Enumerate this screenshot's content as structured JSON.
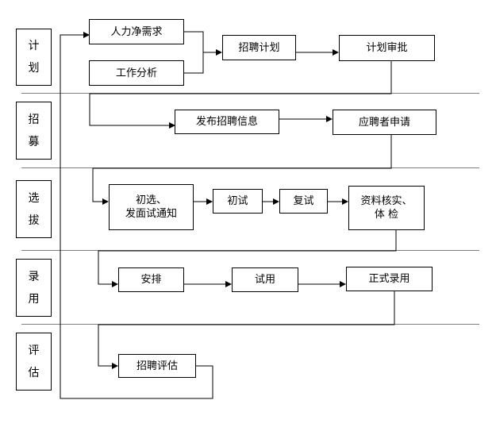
{
  "stages": [
    {
      "id": "plan",
      "chars": [
        "计",
        "划"
      ]
    },
    {
      "id": "recruit",
      "chars": [
        "招",
        "募"
      ]
    },
    {
      "id": "select",
      "chars": [
        "选",
        "拔"
      ]
    },
    {
      "id": "hire",
      "chars": [
        "录",
        "用"
      ]
    },
    {
      "id": "evaluate",
      "chars": [
        "评",
        "估"
      ]
    }
  ],
  "boxes": {
    "manpower_demand": "人力净需求",
    "job_analysis": "工作分析",
    "recruitment_plan": "招聘计划",
    "plan_approval": "计划审批",
    "publish_info": "发布招聘信息",
    "applicant_apply": "应聘者申请",
    "initial_screening": "初选、\n发面试通知",
    "first_interview": "初试",
    "second_interview": "复试",
    "verification": "资料核实、\n体  检",
    "arrangement": "安排",
    "probation": "试用",
    "formal_hire": "正式录用",
    "recruitment_evaluation": "招聘评估"
  },
  "colors": {
    "line": "#000000",
    "divider": "#7f7f7f"
  }
}
